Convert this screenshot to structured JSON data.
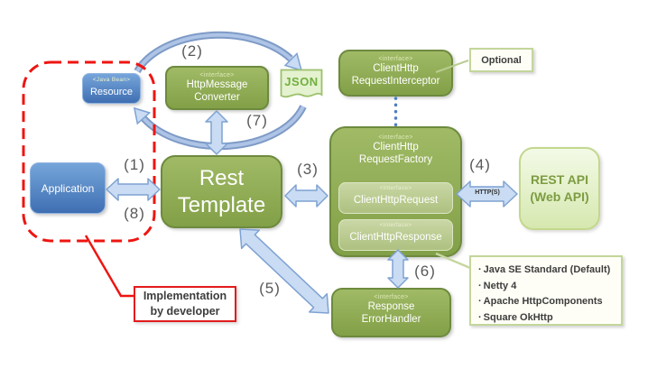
{
  "diagram": {
    "resource": {
      "stereotype": "<Java Bean>",
      "label": "Resource"
    },
    "application": {
      "label": "Application"
    },
    "http_message_converter": {
      "stereotype": "<interface>",
      "line1": "HttpMessage",
      "line2": "Converter"
    },
    "json_doc": {
      "label": "JSON"
    },
    "client_http_request_interceptor": {
      "stereotype": "<interface>",
      "line1": "ClientHttp",
      "line2": "RequestInterceptor"
    },
    "optional_note": {
      "label": "Optional"
    },
    "client_http_request_factory": {
      "stereotype": "<interface>",
      "line1": "ClientHttp",
      "line2": "RequestFactory"
    },
    "client_http_request": {
      "stereotype": "<interface>",
      "label": "ClientHttpRequest"
    },
    "client_http_response": {
      "stereotype": "<interface>",
      "label": "ClientHttpResponse"
    },
    "rest_template": {
      "line1": "Rest",
      "line2": "Template"
    },
    "rest_api": {
      "line1": "REST API",
      "line2": "(Web API)"
    },
    "response_error_handler": {
      "stereotype": "<interface>",
      "line1": "Response",
      "line2": "ErrorHandler"
    },
    "implementation_note": {
      "line1": "Implementation",
      "line2": "by developer"
    },
    "factory_implementations": {
      "items": [
        "Java SE Standard (Default)",
        "Netty 4",
        "Apache HttpComponents",
        "Square OkHttp"
      ]
    },
    "steps": {
      "s1": "(1)",
      "s2": "(2)",
      "s3": "(3)",
      "s4": "(4)",
      "s5": "(5)",
      "s6": "(6)",
      "s7": "(7)",
      "s8": "(8)"
    },
    "http_protocol": "HTTP(S)",
    "colors": {
      "box_green": "#8fae56",
      "box_blue": "#4f81bd",
      "arrow_blue_fill": "#c9dcf3",
      "arrow_blue_stroke": "#7fa2d2",
      "highlight_red": "#ee1511",
      "json_green": "#71af3f",
      "rest_api_fill": "#d6e8af"
    }
  }
}
